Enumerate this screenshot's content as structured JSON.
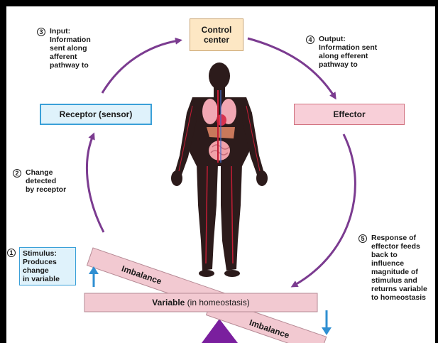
{
  "diagram": {
    "control_center": [
      "Control",
      "center"
    ],
    "receptor": "Receptor (sensor)",
    "effector": "Effector",
    "steps": [
      {
        "num": "3",
        "lines": [
          "Input:",
          "Information",
          "sent along",
          "afferent",
          "pathway to"
        ]
      },
      {
        "num": "4",
        "lines": [
          "Output:",
          "Information sent",
          "along efferent",
          "pathway to"
        ]
      },
      {
        "num": "2",
        "lines": [
          "Change",
          "detected",
          "by receptor"
        ]
      },
      {
        "num": "1",
        "lines": [
          "Stimulus:",
          "Produces",
          "change",
          "in variable"
        ]
      },
      {
        "num": "5",
        "lines": [
          "Response of",
          "effector feeds",
          "back to",
          "influence",
          "magnitude of",
          "stimulus and",
          "returns variable",
          "to homeostasis"
        ]
      }
    ],
    "imbalance_left": "Imbalance",
    "imbalance_right": "Imbalance",
    "variable_bold": "Variable",
    "variable_rest": " (in homeostasis)"
  },
  "colors": {
    "arrow": "#7b3b90",
    "control_fill": "#fde7c4",
    "control_border": "#c9a472",
    "receptor_fill": "#dff2fb",
    "receptor_border": "#3aa0d8",
    "effector_fill": "#f8cfd8",
    "effector_border": "#d0707e",
    "beam_fill": "#f2c9d1",
    "beam_border": "#b68a95",
    "blue_arrow": "#2f8fd2",
    "fulcrum": "#7a1f9e"
  }
}
